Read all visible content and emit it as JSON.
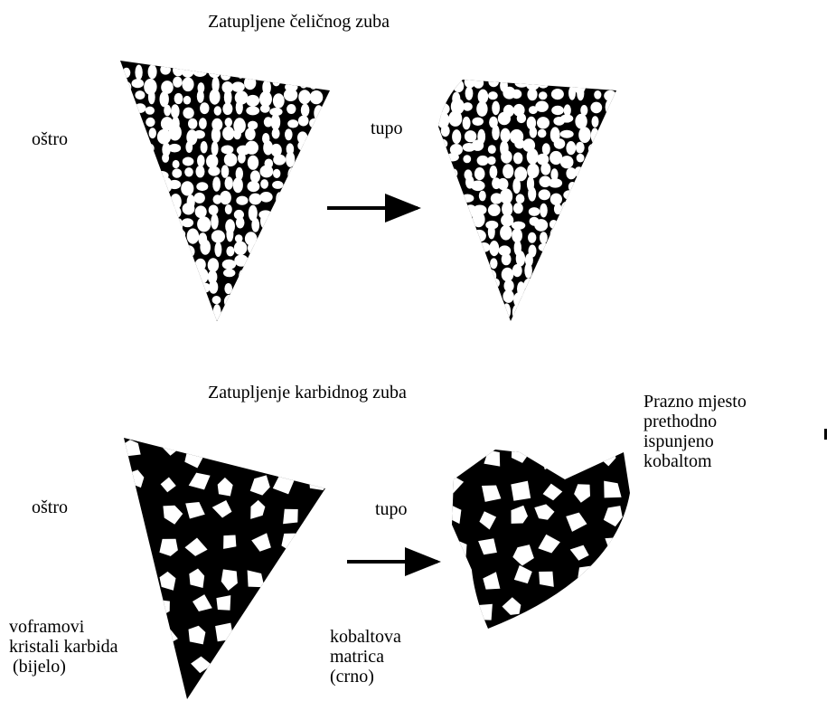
{
  "steel": {
    "title": "Zatupljene čeličnog zuba",
    "sharp_label": "oštro",
    "dull_label": "tupo"
  },
  "carbide": {
    "title": "Zatupljenje karbidnog zuba",
    "sharp_label": "oštro",
    "dull_label": "tupo",
    "empty_space_label": [
      "Prazno mjesto",
      "prethodno",
      "ispunjeno",
      "kobaltom"
    ],
    "crystals_label": [
      "voframovi",
      "kristali karbida",
      "(bijelo)"
    ],
    "matrix_label": [
      "kobaltova",
      "matrica",
      "(crno)"
    ]
  },
  "colors": {
    "matrix": "#000000",
    "grain": "#ffffff",
    "text": "#000000"
  }
}
